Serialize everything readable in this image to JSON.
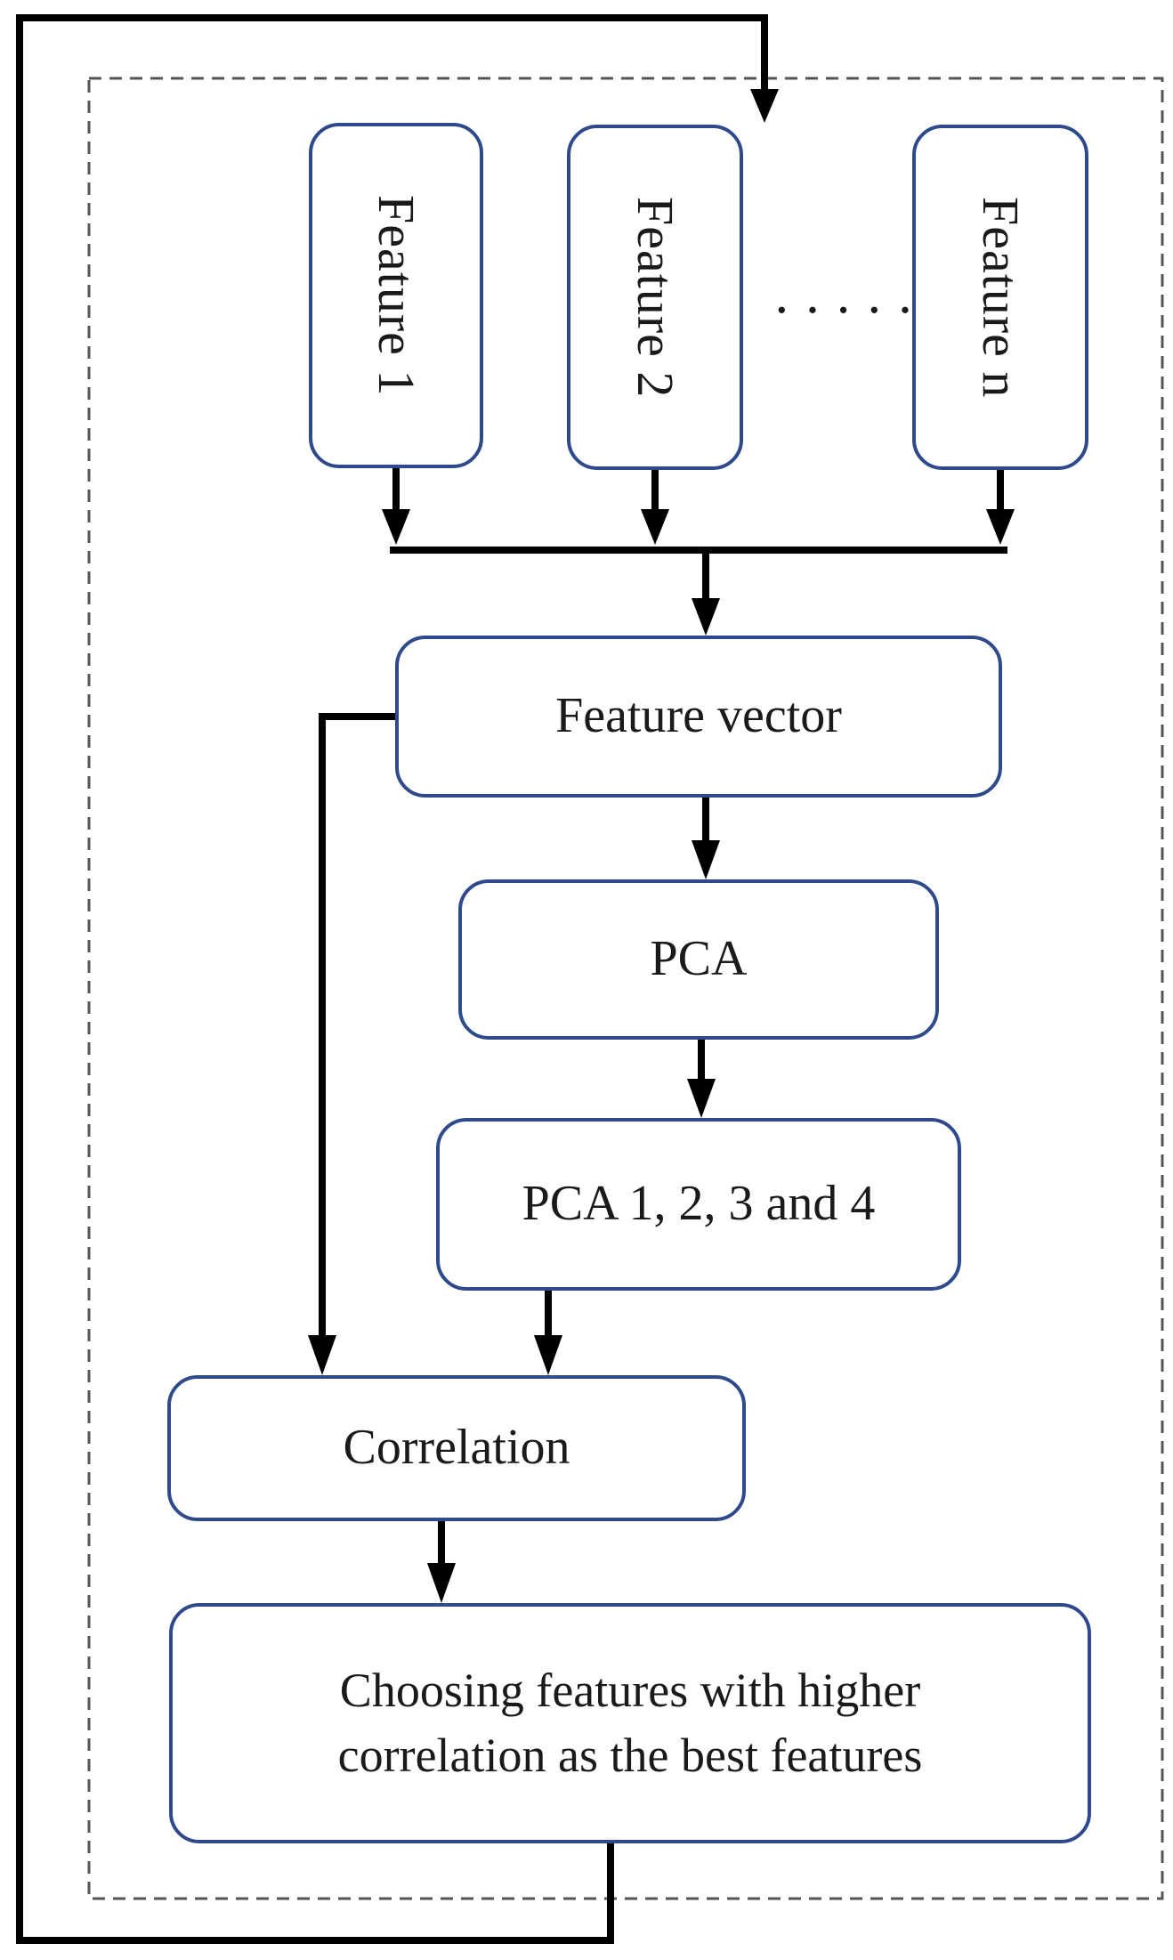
{
  "diagram": {
    "features": [
      {
        "label": "Feature 1"
      },
      {
        "label": "Feature 2"
      },
      {
        "label": "Feature n"
      }
    ],
    "ellipsis": "·····",
    "feature_vector": "Feature vector",
    "pca": "PCA",
    "pca_components": "PCA 1, 2, 3 and 4",
    "correlation": "Correlation",
    "output": {
      "line1": "Choosing features with higher",
      "line2": "correlation as the best features"
    },
    "colors": {
      "box_border": "#2f4a8a",
      "arrows": "#000000",
      "dashed_frame": "#555555"
    }
  }
}
